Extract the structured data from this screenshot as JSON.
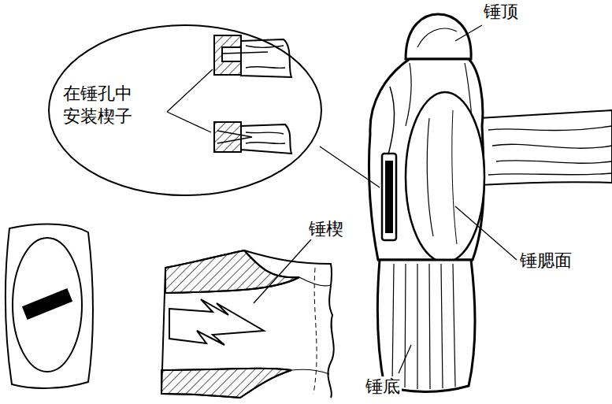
{
  "diagram": {
    "nodes": [
      {
        "text": [
          "在锤孔中 安装楔子"
        ]
      }
    ],
    "labels": [
      "锤顶",
      "锤楔",
      "锤腮面",
      "锤底"
    ]
  }
}
